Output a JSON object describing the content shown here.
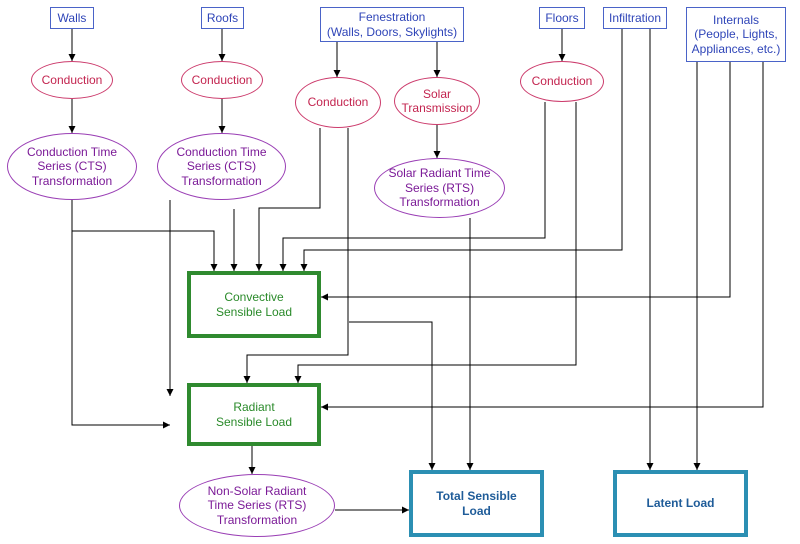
{
  "sources": {
    "walls": "Walls",
    "roofs": "Roofs",
    "fenestration": [
      "Fenestration",
      "(Walls, Doors, Skylights)"
    ],
    "floors": "Floors",
    "infiltration": "Infiltration",
    "internals": [
      "Internals",
      "(People, Lights,",
      "Appliances, etc.)"
    ]
  },
  "processes": {
    "conduction": "Conduction",
    "solar_transmission": [
      "Solar",
      "Transmission"
    ],
    "cts": [
      "Conduction Time",
      "Series (CTS)",
      "Transformation"
    ],
    "solar_rts": [
      "Solar Radiant Time",
      "Series (RTS)",
      "Transformation"
    ],
    "nonsolar_rts": [
      "Non-Solar Radiant",
      "Time Series (RTS)",
      "Transformation"
    ]
  },
  "loads": {
    "convective": [
      "Convective",
      "Sensible Load"
    ],
    "radiant": [
      "Radiant",
      "Sensible Load"
    ],
    "total": [
      "Total Sensible",
      "Load"
    ],
    "latent": "Latent Load"
  }
}
